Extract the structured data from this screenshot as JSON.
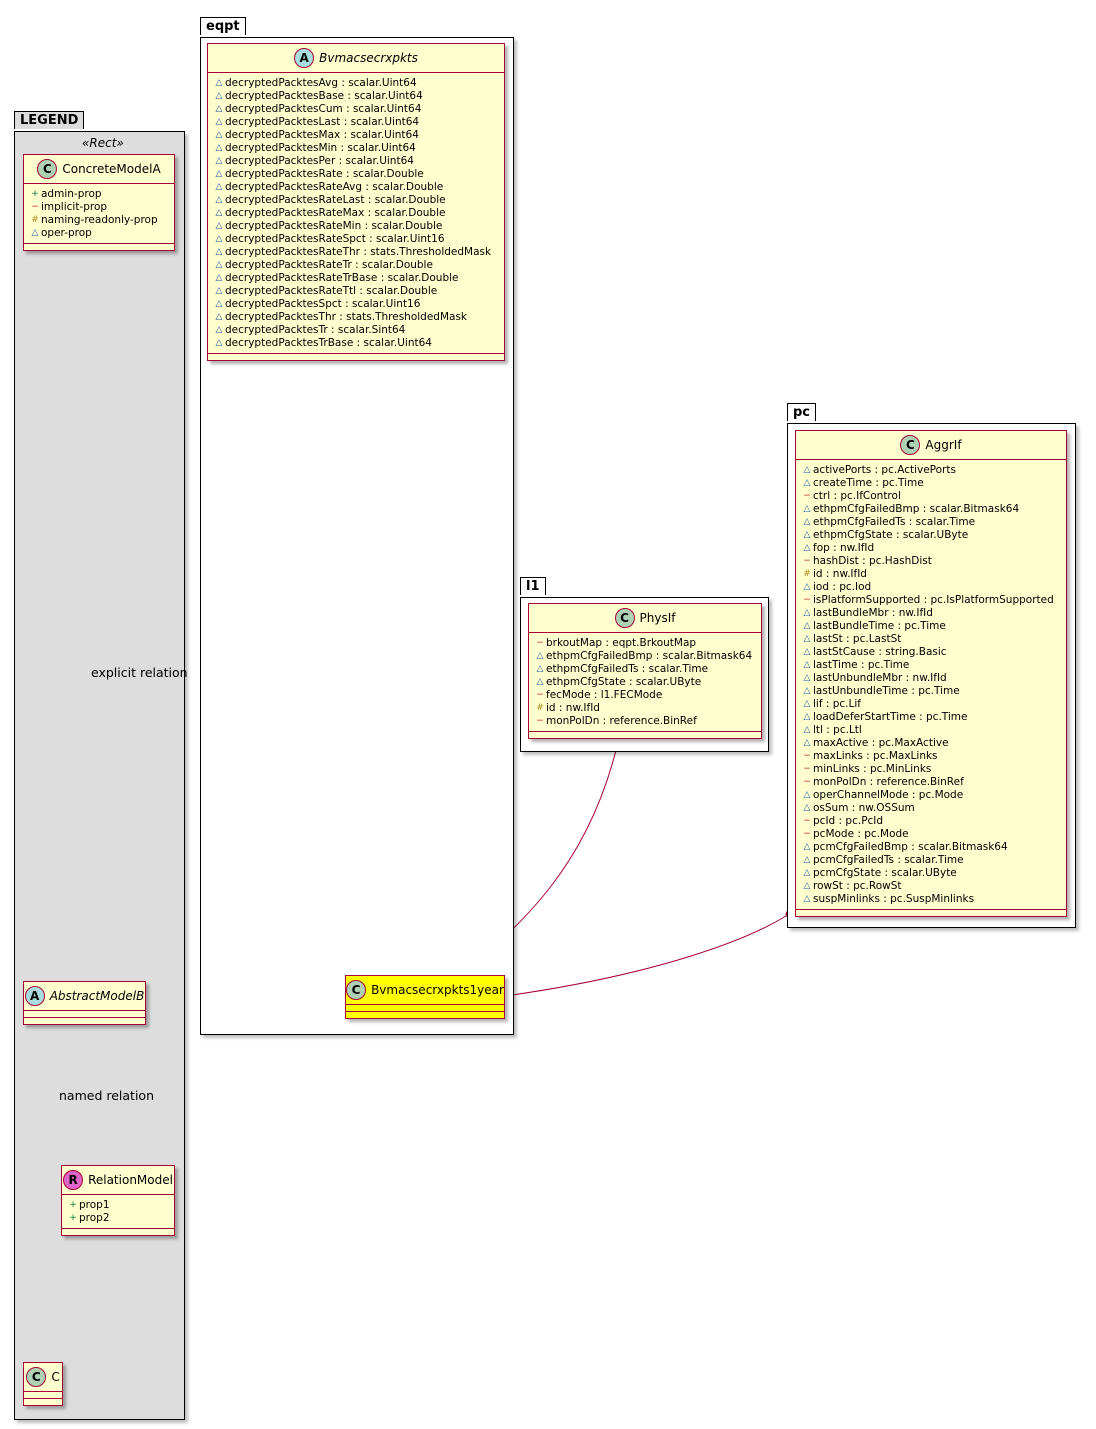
{
  "packages": {
    "legend": "LEGEND",
    "eqpt": "eqpt",
    "l1": "l1",
    "pc": "pc"
  },
  "legend": {
    "stereotype": "«Rect»",
    "concrete": {
      "badge": "C",
      "name": "ConcreteModelA",
      "attrs": [
        {
          "vis": "+",
          "text": "admin-prop"
        },
        {
          "vis": "−",
          "text": "implicit-prop"
        },
        {
          "vis": "#",
          "text": "naming-readonly-prop"
        },
        {
          "vis": "△",
          "text": "oper-prop"
        }
      ]
    },
    "abstract": {
      "badge": "A",
      "name": "AbstractModelB"
    },
    "relation": {
      "badge": "R",
      "name": "RelationModel",
      "attrs": [
        {
          "vis": "+",
          "text": "prop1"
        },
        {
          "vis": "+",
          "text": "prop2"
        }
      ]
    },
    "c": {
      "badge": "C",
      "name": "C"
    },
    "explicit_relation": "explicit relation",
    "named_relation": "named relation"
  },
  "bvmac": {
    "badge": "A",
    "name": "Bvmacsecrxpkts",
    "attrs": [
      "decryptedPacktesAvg : scalar.Uint64",
      "decryptedPacktesBase : scalar.Uint64",
      "decryptedPacktesCum : scalar.Uint64",
      "decryptedPacktesLast : scalar.Uint64",
      "decryptedPacktesMax : scalar.Uint64",
      "decryptedPacktesMin : scalar.Uint64",
      "decryptedPacktesPer : scalar.Uint64",
      "decryptedPacktesRate : scalar.Double",
      "decryptedPacktesRateAvg : scalar.Double",
      "decryptedPacktesRateLast : scalar.Double",
      "decryptedPacktesRateMax : scalar.Double",
      "decryptedPacktesRateMin : scalar.Double",
      "decryptedPacktesRateSpct : scalar.Uint16",
      "decryptedPacktesRateThr : stats.ThresholdedMask",
      "decryptedPacktesRateTr : scalar.Double",
      "decryptedPacktesRateTrBase : scalar.Double",
      "decryptedPacktesRateTtl : scalar.Double",
      "decryptedPacktesSpct : scalar.Uint16",
      "decryptedPacktesThr : stats.ThresholdedMask",
      "decryptedPacktesTr : scalar.Sint64",
      "decryptedPacktesTrBase : scalar.Uint64"
    ]
  },
  "bvmac1year": {
    "badge": "C",
    "name": "Bvmacsecrxpkts1year"
  },
  "physif": {
    "badge": "C",
    "name": "PhysIf",
    "attrs": [
      {
        "vis": "−",
        "text": "brkoutMap : eqpt.BrkoutMap"
      },
      {
        "vis": "△",
        "text": "ethpmCfgFailedBmp : scalar.Bitmask64"
      },
      {
        "vis": "△",
        "text": "ethpmCfgFailedTs : scalar.Time"
      },
      {
        "vis": "△",
        "text": "ethpmCfgState : scalar.UByte"
      },
      {
        "vis": "−",
        "text": "fecMode : l1.FECMode"
      },
      {
        "vis": "#",
        "text": "id : nw.IfId"
      },
      {
        "vis": "−",
        "text": "monPolDn : reference.BinRef"
      }
    ]
  },
  "aggrif": {
    "badge": "C",
    "name": "AggrIf",
    "attrs": [
      {
        "vis": "△",
        "text": "activePorts : pc.ActivePorts"
      },
      {
        "vis": "△",
        "text": "createTime : pc.Time"
      },
      {
        "vis": "−",
        "text": "ctrl : pc.IfControl"
      },
      {
        "vis": "△",
        "text": "ethpmCfgFailedBmp : scalar.Bitmask64"
      },
      {
        "vis": "△",
        "text": "ethpmCfgFailedTs : scalar.Time"
      },
      {
        "vis": "△",
        "text": "ethpmCfgState : scalar.UByte"
      },
      {
        "vis": "△",
        "text": "fop : nw.IfId"
      },
      {
        "vis": "−",
        "text": "hashDist : pc.HashDist"
      },
      {
        "vis": "#",
        "text": "id : nw.IfId"
      },
      {
        "vis": "△",
        "text": "iod : pc.Iod"
      },
      {
        "vis": "−",
        "text": "isPlatformSupported : pc.IsPlatformSupported"
      },
      {
        "vis": "△",
        "text": "lastBundleMbr : nw.IfId"
      },
      {
        "vis": "△",
        "text": "lastBundleTime : pc.Time"
      },
      {
        "vis": "△",
        "text": "lastSt : pc.LastSt"
      },
      {
        "vis": "△",
        "text": "lastStCause : string.Basic"
      },
      {
        "vis": "△",
        "text": "lastTime : pc.Time"
      },
      {
        "vis": "△",
        "text": "lastUnbundleMbr : nw.IfId"
      },
      {
        "vis": "△",
        "text": "lastUnbundleTime : pc.Time"
      },
      {
        "vis": "△",
        "text": "lif : pc.Lif"
      },
      {
        "vis": "△",
        "text": "loadDeferStartTime : pc.Time"
      },
      {
        "vis": "△",
        "text": "ltl : pc.Ltl"
      },
      {
        "vis": "△",
        "text": "maxActive : pc.MaxActive"
      },
      {
        "vis": "−",
        "text": "maxLinks : pc.MaxLinks"
      },
      {
        "vis": "−",
        "text": "minLinks : pc.MinLinks"
      },
      {
        "vis": "−",
        "text": "monPolDn : reference.BinRef"
      },
      {
        "vis": "△",
        "text": "operChannelMode : pc.Mode"
      },
      {
        "vis": "△",
        "text": "osSum : nw.OSSum"
      },
      {
        "vis": "−",
        "text": "pcId : pc.PcId"
      },
      {
        "vis": "−",
        "text": "pcMode : pc.Mode"
      },
      {
        "vis": "△",
        "text": "pcmCfgFailedBmp : scalar.Bitmask64"
      },
      {
        "vis": "△",
        "text": "pcmCfgFailedTs : scalar.Time"
      },
      {
        "vis": "△",
        "text": "pcmCfgState : scalar.UByte"
      },
      {
        "vis": "△",
        "text": "rowSt : pc.RowSt"
      },
      {
        "vis": "△",
        "text": "suspMinlinks : pc.SuspMinlinks"
      }
    ]
  },
  "colors": {
    "class_fill": "#fefece",
    "border": "#a80036",
    "highlight": "#ffff00",
    "legend_bg": "#dddddd"
  }
}
